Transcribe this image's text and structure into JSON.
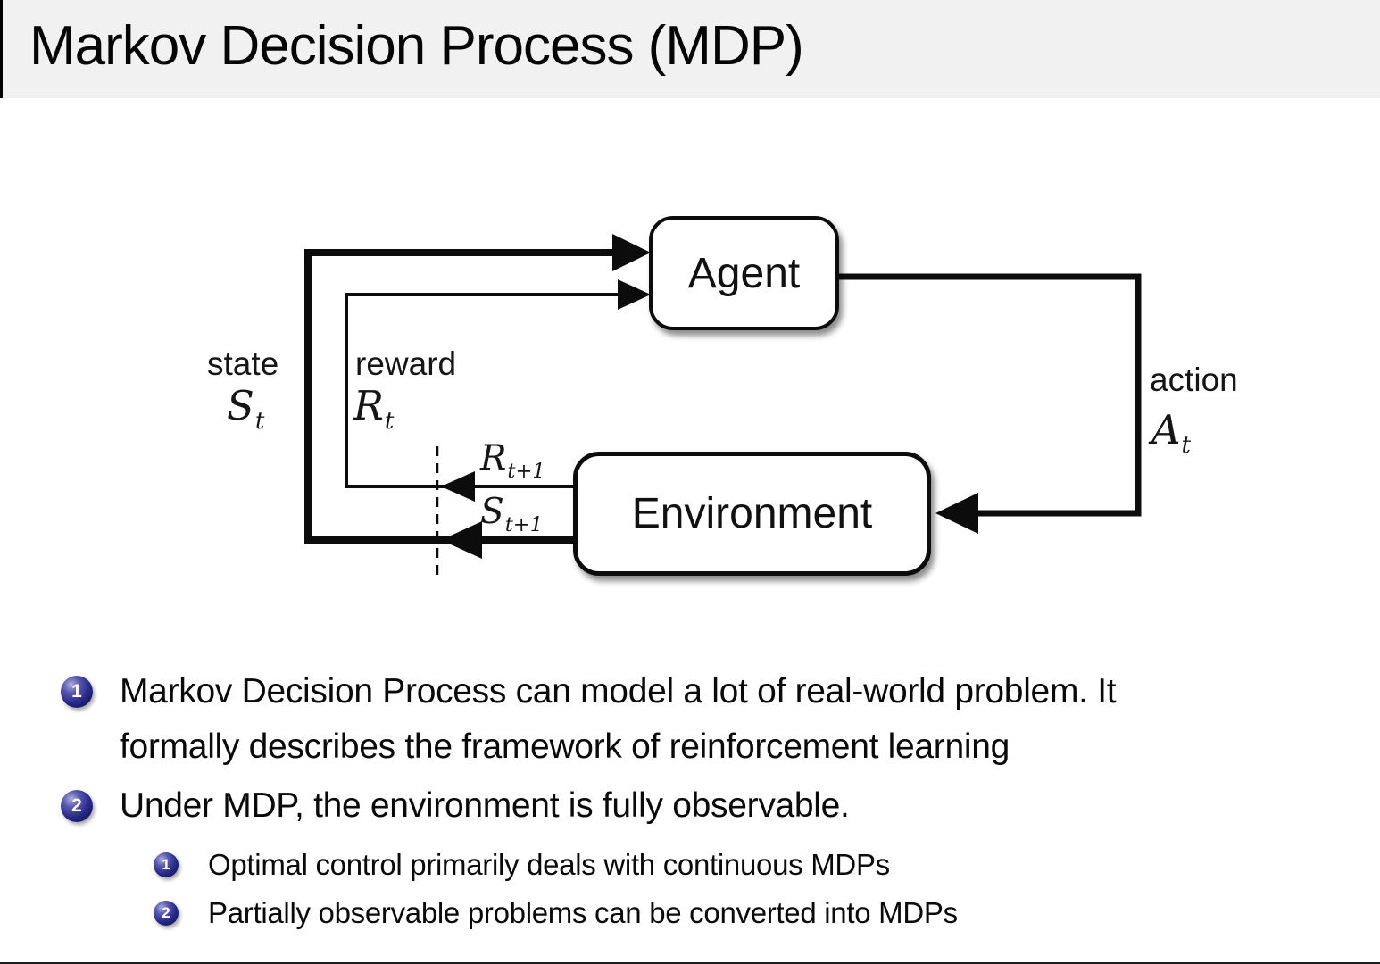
{
  "title": "Markov Decision Process (MDP)",
  "diagram": {
    "agent_label": "Agent",
    "environment_label": "Environment",
    "state_label": "state",
    "state_symbol": {
      "letter": "S",
      "sub": "t"
    },
    "reward_label": "reward",
    "reward_symbol": {
      "letter": "R",
      "sub": "t"
    },
    "action_label": "action",
    "action_symbol": {
      "letter": "A",
      "sub": "t"
    },
    "next_reward_symbol": {
      "letter": "R",
      "sub": "t+1"
    },
    "next_state_symbol": {
      "letter": "S",
      "sub": "t+1"
    }
  },
  "bullets": [
    {
      "marker": "1",
      "lines": [
        "Markov Decision Process can model a lot of real-world problem. It",
        "formally describes the framework of reinforcement learning"
      ]
    },
    {
      "marker": "2",
      "lines": [
        "Under MDP, the environment is fully observable."
      ]
    }
  ],
  "sub_bullets": [
    {
      "marker": "1",
      "text": "Optimal control primarily deals with continuous MDPs"
    },
    {
      "marker": "2",
      "text": "Partially observable problems can be converted into MDPs"
    }
  ],
  "colors": {
    "title_band": "#f0f1f0",
    "marker_navy": "#28288a",
    "text": "#0a0a0a"
  }
}
